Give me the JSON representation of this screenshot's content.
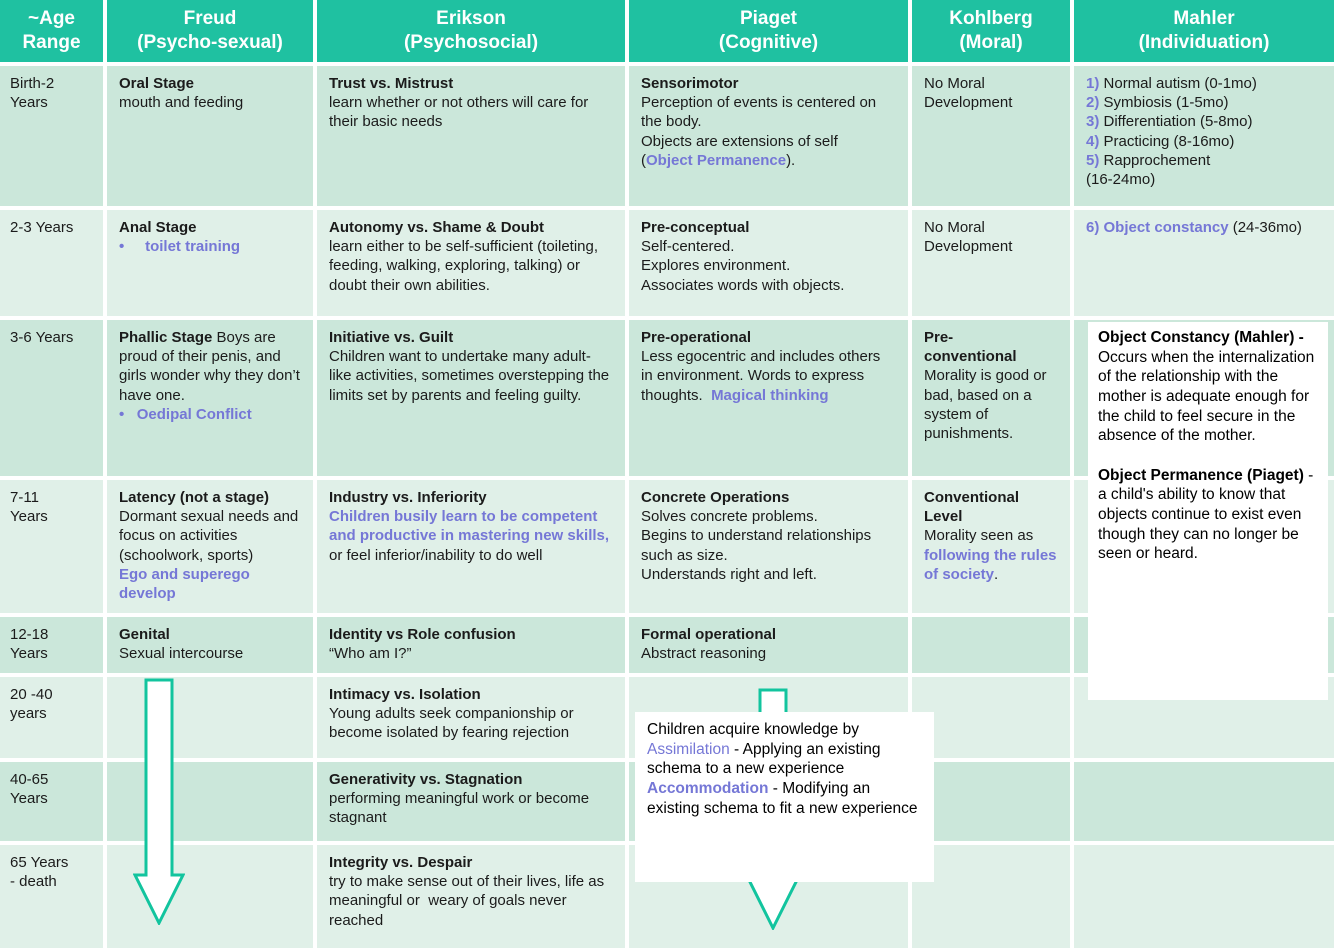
{
  "colors": {
    "header_bg": "#1fc1a1",
    "row_dark": "#cbe7da",
    "row_light": "#e0f0e8",
    "accent": "#7577d6",
    "arrow": "#12c49e"
  },
  "header": {
    "columns": [
      {
        "line1": "~Age",
        "line2": "Range"
      },
      {
        "line1": "Freud",
        "line2": "(Psycho-sexual)"
      },
      {
        "line1": "Erikson",
        "line2": "(Psychosocial)"
      },
      {
        "line1": "Piaget",
        "line2": "(Cognitive)"
      },
      {
        "line1": "Kohlberg",
        "line2": "(Moral)"
      },
      {
        "line1": "Mahler",
        "line2": "(Individuation)"
      }
    ]
  },
  "rows": [
    {
      "age": "Birth-2\nYears",
      "freud": [
        {
          "t": "Oral Stage",
          "s": "b"
        },
        {
          "t": "mouth and feeding",
          "br": 1
        }
      ],
      "erikson": [
        {
          "t": "Trust vs. Mistrust",
          "s": "b"
        },
        {
          "t": "learn whether or not others will care for their basic needs",
          "br": 1
        }
      ],
      "piaget": [
        {
          "t": "Sensorimotor",
          "s": "b"
        },
        {
          "t": "Perception of events is centered on the body.",
          "br": 1
        },
        {
          "t": "Objects are extensions of self",
          "br": 1
        },
        {
          "t": "(",
          "br": 1
        },
        {
          "t": "Object Permanence",
          "s": "p"
        },
        {
          "t": ")."
        }
      ],
      "kohlberg": [
        {
          "t": "No Moral Development"
        }
      ],
      "mahler": [
        {
          "t": "1) ",
          "s": "p"
        },
        {
          "t": "Normal autism (0-1mo)"
        },
        {
          "t": "2) ",
          "s": "p",
          "br": 1
        },
        {
          "t": "Symbiosis (1-5mo)"
        },
        {
          "t": "3) ",
          "s": "p",
          "br": 1
        },
        {
          "t": "Differentiation (5-8mo)"
        },
        {
          "t": "4) ",
          "s": "p",
          "br": 1
        },
        {
          "t": "Practicing (8-16mo)"
        },
        {
          "t": "5) ",
          "s": "p",
          "br": 1
        },
        {
          "t": "Rapprochement"
        },
        {
          "t": "(16-24mo)",
          "br": 1
        }
      ]
    },
    {
      "age": "2-3 Years",
      "freud": [
        {
          "t": "Anal Stage",
          "s": "b"
        },
        {
          "t": "•     toilet training",
          "s": "p",
          "br": 1
        }
      ],
      "erikson": [
        {
          "t": "Autonomy vs. Shame & Doubt",
          "s": "b"
        },
        {
          "t": "learn either to be self-sufficient (toileting, feeding, walking, exploring, talking) or doubt their own abilities.",
          "br": 1
        }
      ],
      "piaget": [
        {
          "t": "Pre-conceptual",
          "s": "b"
        },
        {
          "t": "Self-centered.",
          "br": 1
        },
        {
          "t": "Explores environment.",
          "br": 1
        },
        {
          "t": "Associates words with objects.",
          "br": 1
        }
      ],
      "kohlberg": [
        {
          "t": "No Moral Development"
        }
      ],
      "mahler": [
        {
          "t": "6) Object constancy",
          "s": "p"
        },
        {
          "t": " (24-36mo)"
        }
      ]
    },
    {
      "age": "3-6 Years",
      "freud": [
        {
          "t": "Phallic Stage ",
          "s": "b"
        },
        {
          "t": "Boys are proud of their penis, and girls wonder why they don’t have one."
        },
        {
          "t": "•   Oedipal Conflict",
          "s": "p",
          "br": 1
        }
      ],
      "erikson": [
        {
          "t": "Initiative vs. Guilt",
          "s": "b"
        },
        {
          "t": "Children want to undertake many adult-like activities, sometimes overstepping the limits set by parents and feeling guilty.",
          "br": 1
        }
      ],
      "piaget": [
        {
          "t": "Pre-operational",
          "s": "b"
        },
        {
          "t": "Less egocentric and includes others in environment. Words to express thoughts.  ",
          "br": 1
        },
        {
          "t": "Magical thinking",
          "s": "p"
        }
      ],
      "kohlberg": [
        {
          "t": "Pre-",
          "s": "b"
        },
        {
          "t": "conventional",
          "s": "b",
          "br": 1
        },
        {
          "t": "Morality is good or bad, based on a system of punishments.",
          "br": 1
        }
      ],
      "mahler": []
    },
    {
      "age": "7-11\nYears",
      "freud": [
        {
          "t": "Latency (not a stage)",
          "s": "b"
        },
        {
          "t": "Dormant sexual needs and focus on activities (schoolwork, sports)",
          "br": 1
        },
        {
          "t": "Ego and superego develop",
          "s": "p",
          "br": 1
        }
      ],
      "erikson": [
        {
          "t": "Industry vs. Inferiority",
          "s": "b"
        },
        {
          "t": "Children busily learn to be competent and productive in mastering new skills,",
          "s": "p",
          "br": 1
        },
        {
          "t": " or feel inferior/inability to do well"
        }
      ],
      "piaget": [
        {
          "t": "Concrete Operations",
          "s": "b"
        },
        {
          "t": "Solves concrete problems.",
          "br": 1
        },
        {
          "t": "Begins to understand relationships such as size.",
          "br": 1
        },
        {
          "t": "Understands right and left.",
          "br": 1
        }
      ],
      "kohlberg": [
        {
          "t": "Conventional Level",
          "s": "b"
        },
        {
          "t": "Morality seen as ",
          "br": 1
        },
        {
          "t": "following the rules of society",
          "s": "p"
        },
        {
          "t": "."
        }
      ],
      "mahler": []
    },
    {
      "age": "12-18\nYears",
      "freud": [
        {
          "t": "Genital",
          "s": "b"
        },
        {
          "t": "Sexual intercourse",
          "br": 1
        }
      ],
      "erikson": [
        {
          "t": "Identity vs Role confusion",
          "s": "b"
        },
        {
          "t": "“Who am I?”",
          "br": 1
        }
      ],
      "piaget": [
        {
          "t": "Formal operational",
          "s": "b"
        },
        {
          "t": "Abstract reasoning",
          "br": 1
        }
      ],
      "kohlberg": [],
      "mahler": []
    },
    {
      "age": "20 -40\nyears",
      "freud": [],
      "erikson": [
        {
          "t": "Intimacy vs. Isolation",
          "s": "b"
        },
        {
          "t": "Young adults seek companionship or become isolated by fearing rejection",
          "br": 1
        }
      ],
      "piaget": [],
      "kohlberg": [],
      "mahler": []
    },
    {
      "age": "40-65\nYears",
      "freud": [],
      "erikson": [
        {
          "t": "Generativity vs. Stagnation",
          "s": "b"
        },
        {
          "t": "performing meaningful work or become stagnant",
          "br": 1
        }
      ],
      "piaget": [],
      "kohlberg": [],
      "mahler": []
    },
    {
      "age": "65 Years\n- death",
      "freud": [],
      "erikson": [
        {
          "t": "Integrity vs. Despair",
          "s": "b"
        },
        {
          "t": "try to make sense out of their lives, life as meaningful or  weary of goals never reached",
          "br": 1
        }
      ],
      "piaget": [],
      "kohlberg": [],
      "mahler": []
    }
  ],
  "overlays": {
    "definitions_box": [
      {
        "t": "Object Constancy (Mahler) - ",
        "s": "b"
      },
      {
        "t": "Occurs when the internalization of the relationship with the mother is adequate enough for the child to feel secure in the absence of the mother."
      },
      {
        "t": " Object Permanence (Piaget)",
        "s": "b",
        "br": 2
      },
      {
        "t": " - a child's ability to know that objects continue to exist even though they can no longer be seen or heard."
      }
    ],
    "knowledge_box": [
      {
        "t": "Children acquire knowledge by"
      },
      {
        "t": "Assimilation",
        "s": "pn",
        "br": 1
      },
      {
        "t": " - Applying an existing schema to a new experience"
      },
      {
        "t": "Accommodation",
        "s": "p",
        "br": 1
      },
      {
        "t": " - Modifying an existing schema to fit a new experience"
      }
    ]
  }
}
